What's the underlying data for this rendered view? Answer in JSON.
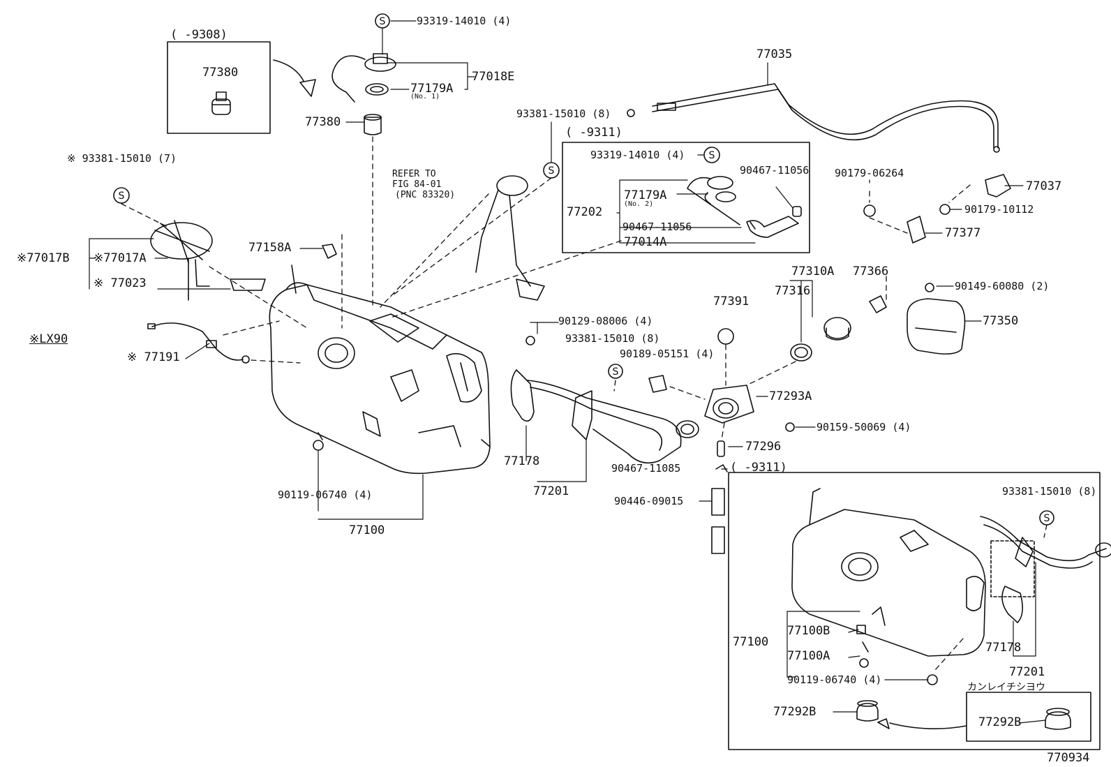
{
  "diagram": {
    "figure_number": "770934",
    "labels": {
      "range_9308": "(     -9308)",
      "p77380_box": "77380",
      "p93319_top": "93319-14010 (4)",
      "p77179a_top": "77179A",
      "no1": "(No. 1)",
      "p77018e": "77018E",
      "p77380": "77380",
      "p93381_8_top": "93381-15010 (8)",
      "range_9311_top": "(     -9311)",
      "p93319_box": "93319-14010 (4)",
      "p90467_box_top": "90467-11056",
      "p77179a_box": "77179A",
      "no2": "(No. 2)",
      "p77202": "77202",
      "p90467_box_bot": "90467-11056",
      "p77014a": "77014A",
      "p77035": "77035",
      "p90179_06264": "90179-06264",
      "p77037": "77037",
      "p90179_10112": "90179-10112",
      "p77377": "77377",
      "refer_1": "REFER TO",
      "refer_2": "FIG 84-01",
      "refer_3": "(PNC 83320)",
      "p93381_7": "※ 93381-15010 (7)",
      "p77017b": "※77017B",
      "p77017a": "※77017A",
      "p77023": "※ 77023",
      "lx90": "※LX90",
      "p77191": "※ 77191",
      "p77158a": "77158A",
      "p90129": "90129-08006 (4)",
      "p93381_8_mid": "93381-15010 (8)",
      "p90189": "90189-05151 (4)",
      "p77391": "77391",
      "p77310a": "77310A",
      "p77316": "77316",
      "p77366": "77366",
      "p90149": "90149-60080 (2)",
      "p77350": "77350",
      "p77293a": "77293A",
      "p90159": "90159-50069 (4)",
      "p77296": "77296",
      "p90467_11085": "90467-11085",
      "range_9311_bot": "(     -9311)",
      "p90446": "90446-09015",
      "p90119_left": "90119-06740 (4)",
      "p77100_left": "77100",
      "p77178_left": "77178",
      "p77201_left": "77201",
      "p93381_8_right": "93381-15010 (8)",
      "p77100_right": "77100",
      "p77100b": "77100B",
      "p77100a": "77100A",
      "p90119_right": "90119-06740 (4)",
      "p77178_right": "77178",
      "p77201_right": "77201",
      "katakana": "カンレイチシヨウ",
      "p77292b_main": "77292B",
      "p77292b_box": "77292B"
    }
  }
}
